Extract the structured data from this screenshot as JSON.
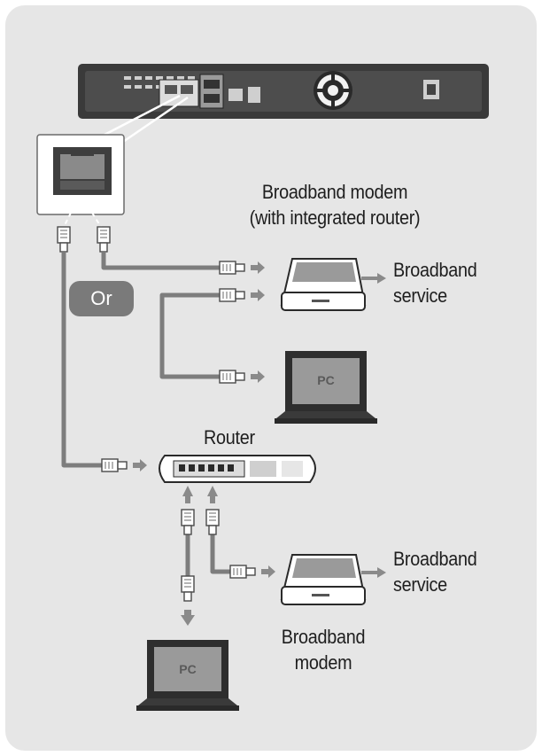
{
  "labels": {
    "modem_router_line1": "Broadband modem",
    "modem_router_line2": "(with integrated router)",
    "service1_line1": "Broadband",
    "service1_line2": "service",
    "router": "Router",
    "service2_line1": "Broadband",
    "service2_line2": "service",
    "modem_line1": "Broadband",
    "modem_line2": "modem",
    "or": "Or",
    "pc": "PC"
  },
  "colors": {
    "panel": "#e6e6e6",
    "cable": "#7d7d7d",
    "arrow": "#8a8a8a",
    "device_dark": "#3a3a3a",
    "device_light": "#ffffff"
  }
}
